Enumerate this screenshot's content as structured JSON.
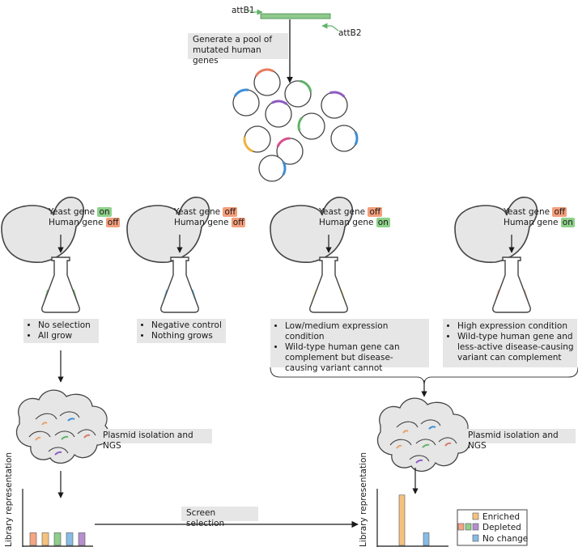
{
  "primers": {
    "forward": "attB1",
    "reverse": "attB2"
  },
  "step_generate": "Generate a pool of mutated human genes",
  "panels": [
    {
      "yeast_label": "Yeast gene",
      "yeast_state": "on",
      "human_label": "Human gene",
      "human_state": "off",
      "flask_color": "#8fc98d",
      "conditions": [
        "No selection",
        "All grow"
      ]
    },
    {
      "yeast_label": "Yeast gene",
      "yeast_state": "off",
      "human_label": "Human gene",
      "human_state": "off",
      "flask_color": "#86cfee",
      "conditions": [
        "Negative control",
        "Nothing grows"
      ]
    },
    {
      "yeast_label": "Yeast gene",
      "yeast_state": "off",
      "human_label": "Human gene",
      "human_state": "on",
      "flask_color": "#fdf1b3",
      "conditions": [
        "Low/medium expression condition",
        "Wild-type human gene can complement but disease-causing variant cannot"
      ]
    },
    {
      "yeast_label": "Yeast gene",
      "yeast_state": "off",
      "human_label": "Human gene",
      "human_state": "on",
      "flask_color": "#f7c4ad",
      "conditions": [
        "High expression condition",
        "Wild-type human gene and less-active disease-causing variant can complement"
      ]
    }
  ],
  "state_colors": {
    "on": "#8fd18b",
    "off": "#f49e7c"
  },
  "plasmid_step_left": "Plasmid isolation and NGS",
  "plasmid_step_right": "Plasmid isolation and NGS",
  "screen_selection": "Screen selection",
  "legend": {
    "enriched": "Enriched",
    "depleted": "Depleted",
    "no_change": "No change"
  },
  "chart_data": [
    {
      "type": "bar",
      "ylabel": "Library representation",
      "categories": [
        "",
        "",
        "",
        "",
        ""
      ],
      "values": [
        1,
        1,
        1,
        1,
        1
      ],
      "colors": [
        "#f4a683",
        "#f5c27e",
        "#8ecf8b",
        "#86bde6",
        "#b68fd0"
      ],
      "ylim": [
        0,
        4.5
      ]
    },
    {
      "type": "bar",
      "ylabel": "Library representation",
      "categories": [
        "",
        "",
        "",
        "",
        ""
      ],
      "values": [
        4,
        0,
        0,
        0,
        1
      ],
      "colors": [
        "#f5c27e",
        "#f5c27e",
        "#f5c27e",
        "#f5c27e",
        "#86bde6"
      ],
      "ylim": [
        0,
        4.5
      ]
    }
  ]
}
